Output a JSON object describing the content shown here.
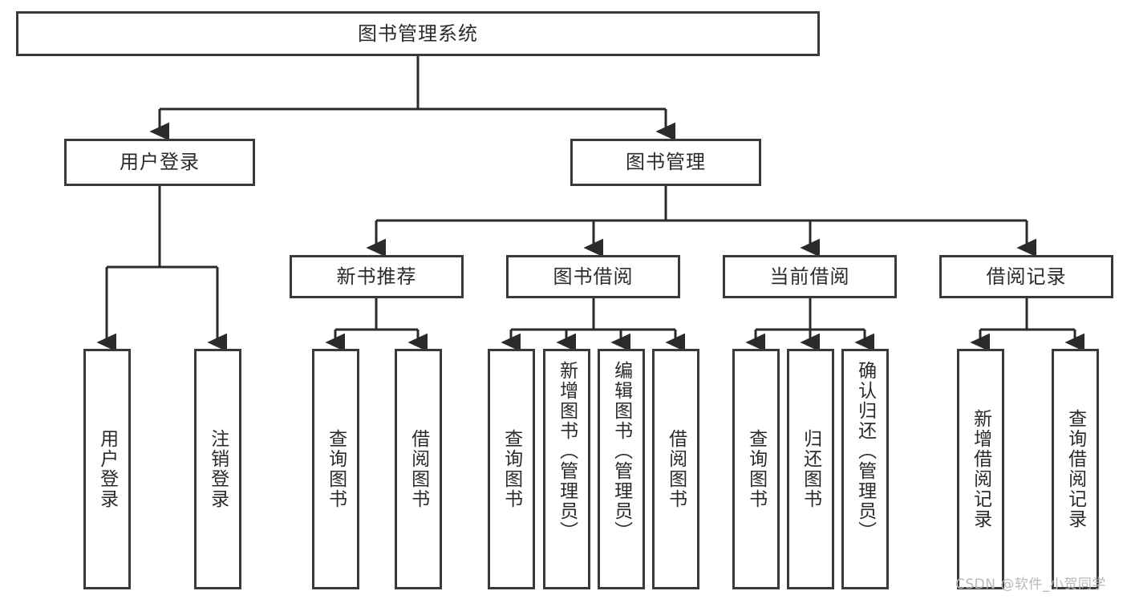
{
  "diagram": {
    "title": "图书管理系统",
    "type": "tree-hierarchy",
    "watermark": "CSDN @软件_小贺同学",
    "colors": {
      "box_border": "#3a3a3a",
      "box_fill": "#ffffff",
      "text": "#2b2b2b",
      "edge": "#2b2b2b",
      "watermark": "#b9b9b9",
      "background": "#ffffff"
    },
    "levels": {
      "root": {
        "label": "图书管理系统"
      },
      "level2": [
        {
          "label": "用户登录"
        },
        {
          "label": "图书管理"
        }
      ],
      "level3": [
        {
          "label": "新书推荐"
        },
        {
          "label": "图书借阅"
        },
        {
          "label": "当前借阅"
        },
        {
          "label": "借阅记录"
        }
      ],
      "leaves": {
        "用户登录": [
          {
            "label": "用户登录"
          },
          {
            "label": "注销登录"
          }
        ],
        "新书推荐": [
          {
            "label": "查询图书"
          },
          {
            "label": "借阅图书"
          }
        ],
        "图书借阅": [
          {
            "label": "查询图书"
          },
          {
            "label": "新增图书（管理员）"
          },
          {
            "label": "编辑图书（管理员）"
          },
          {
            "label": "借阅图书"
          }
        ],
        "当前借阅": [
          {
            "label": "查询图书"
          },
          {
            "label": "归还图书"
          },
          {
            "label": "确认归还（管理员）"
          }
        ],
        "借阅记录": [
          {
            "label": "新增借阅记录"
          },
          {
            "label": "查询借阅记录"
          }
        ]
      }
    }
  }
}
